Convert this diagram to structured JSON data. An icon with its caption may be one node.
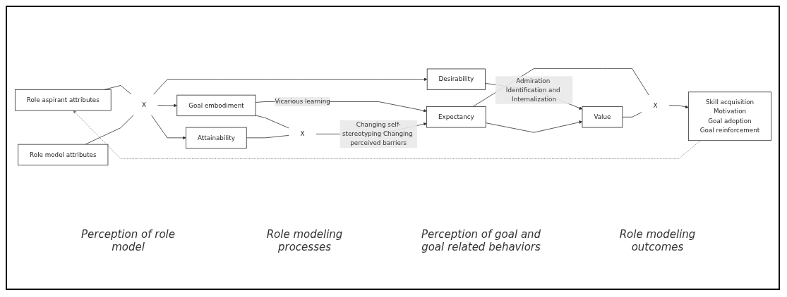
{
  "diagram": {
    "nodes": [
      {
        "text": [
          "Role aspirant attributes"
        ]
      },
      {
        "text": [
          "Role model attributes"
        ]
      },
      {
        "text": [
          "X"
        ]
      },
      {
        "text": [
          "Goal embodiment"
        ]
      },
      {
        "text": [
          "Attainability"
        ]
      },
      {
        "text": [
          "Desirability"
        ]
      },
      {
        "text": [
          "X"
        ]
      },
      {
        "text": [
          "Expectancy"
        ]
      },
      {
        "text": [
          "Value"
        ]
      },
      {
        "text": [
          "X"
        ]
      },
      {
        "text": [
          "Skill acquisition",
          "Motivation",
          "Goal adoption",
          "Goal reinforcement"
        ]
      }
    ],
    "edges": [
      {
        "from": 0,
        "to": 2,
        "arrow": "none"
      },
      {
        "from": 1,
        "to": 2,
        "arrow": "none"
      },
      {
        "from": 2,
        "to": 3,
        "arrow": "to"
      },
      {
        "from": 2,
        "to": 4,
        "arrow": "to"
      },
      {
        "from": 2,
        "to": 5,
        "arrow": "to"
      },
      {
        "from": 3,
        "to": 6,
        "arrow": "none"
      },
      {
        "from": 4,
        "to": 6,
        "arrow": "none"
      },
      {
        "from": 3,
        "to": 7,
        "arrow": "to",
        "label": "Vicarious learning"
      },
      {
        "from": 6,
        "to": 7,
        "arrow": "to",
        "label": "Changing self-stereotyping Changing perceived barriers"
      },
      {
        "from": 5,
        "to": 8,
        "arrow": "to",
        "label": "Admiration Identification and Internalization"
      },
      {
        "from": 7,
        "to": 8,
        "arrow": "to"
      },
      {
        "from": 7,
        "to": 9,
        "arrow": "none"
      },
      {
        "from": 8,
        "to": 9,
        "arrow": "none"
      },
      {
        "from": 9,
        "to": 10,
        "arrow": "to"
      },
      {
        "from": 10,
        "to": 0,
        "arrow": "to",
        "style": "dashed",
        "color": "#777777"
      }
    ],
    "labels": [
      "Perception of role model",
      "Role modeling processes",
      "Perception of goal and goal related behaviors",
      "Role modeling outcomes"
    ]
  }
}
